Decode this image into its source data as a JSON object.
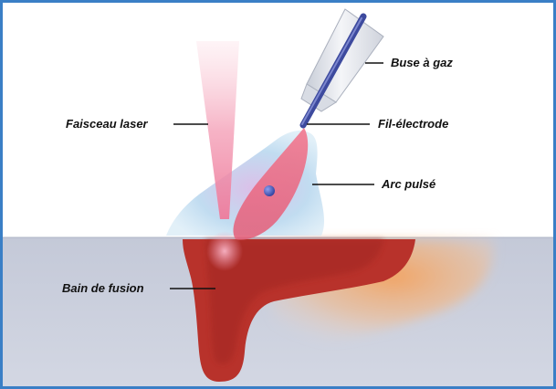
{
  "labels": {
    "gas_nozzle": "Buse à gaz",
    "laser_beam": "Faisceau laser",
    "electrode_wire": "Fil-électrode",
    "pulsed_arc": "Arc pulsé",
    "weld_pool": "Bain de fusion"
  },
  "colors": {
    "frame": "#3a7fc6",
    "metal": "#c6cbd9",
    "weld_pool": "#b8322b",
    "laser": "#f08aa6",
    "shielding_gas": "#a7cfe8",
    "nozzle": "#dfe3ea",
    "electrode": "#3d4a9e",
    "droplet": "#3d52b8"
  }
}
